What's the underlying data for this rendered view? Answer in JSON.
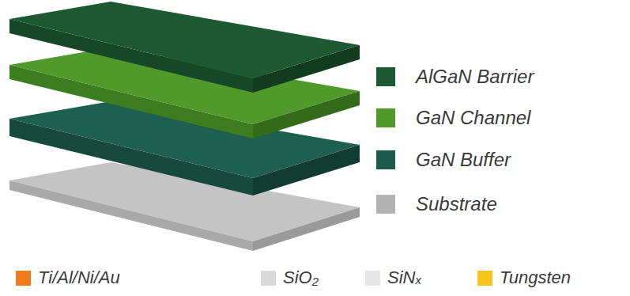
{
  "diagram": {
    "legend": [
      {
        "text": "AlGaN Barrier",
        "color": "#1d5a33"
      },
      {
        "text": "GaN Channel",
        "color": "#4f9a2b"
      },
      {
        "text": "GaN Buffer",
        "color": "#1c5b4c"
      },
      {
        "text": "Substrate",
        "color": "#b3b3b3"
      },
      {
        "text": "Ti/Al/Ni/Au",
        "color": "#f07a1e"
      },
      {
        "text": "SiO₂",
        "color": "#d9d9d9"
      },
      {
        "text": "SiNₓ",
        "color": "#e6e6e6"
      },
      {
        "text": "Tungsten",
        "color": "#f6c41a"
      }
    ]
  }
}
